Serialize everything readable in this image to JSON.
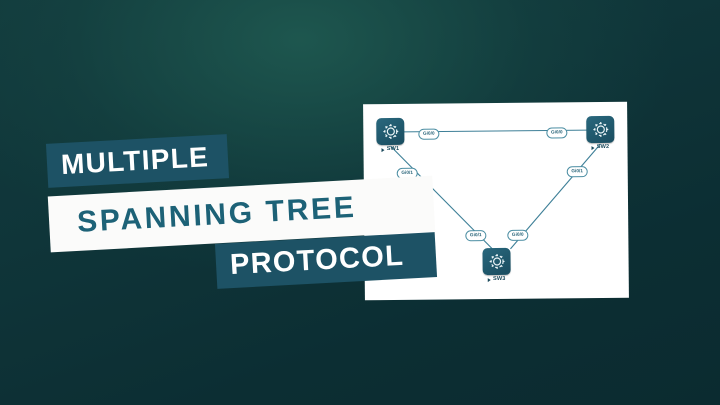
{
  "background": {
    "color_dark": "#0c2e33",
    "color_light": "#1a5b55"
  },
  "title": {
    "line1": "MULTIPLE",
    "line2": "SPANNING TREE",
    "line3": "PROTOCOL",
    "band_color": "#1d5265",
    "banner_color": "#fbfbfa",
    "banner_text_color": "#1d6277"
  },
  "diagram": {
    "panel_color": "#ffffff",
    "link_color": "#3d7f97",
    "device_color": "#215a6e",
    "nodes": [
      {
        "id": "sw1",
        "label": "SW1",
        "icon": "switch-icon"
      },
      {
        "id": "sw2",
        "label": "SW2",
        "icon": "switch-icon"
      },
      {
        "id": "sw3",
        "label": "SW3",
        "icon": "switch-icon"
      }
    ],
    "interfaces": [
      {
        "id": "sw1-gi00",
        "label": "Gi0/0"
      },
      {
        "id": "sw2-gi00",
        "label": "Gi0/0"
      },
      {
        "id": "sw1-gi01",
        "label": "Gi0/1"
      },
      {
        "id": "sw2-gi01",
        "label": "Gi0/1"
      },
      {
        "id": "sw3-gi01",
        "label": "Gi0/1"
      },
      {
        "id": "sw3-gi00",
        "label": "Gi0/0"
      }
    ],
    "links": [
      {
        "from": "sw1",
        "to": "sw2"
      },
      {
        "from": "sw1",
        "to": "sw3"
      },
      {
        "from": "sw2",
        "to": "sw3"
      }
    ]
  }
}
